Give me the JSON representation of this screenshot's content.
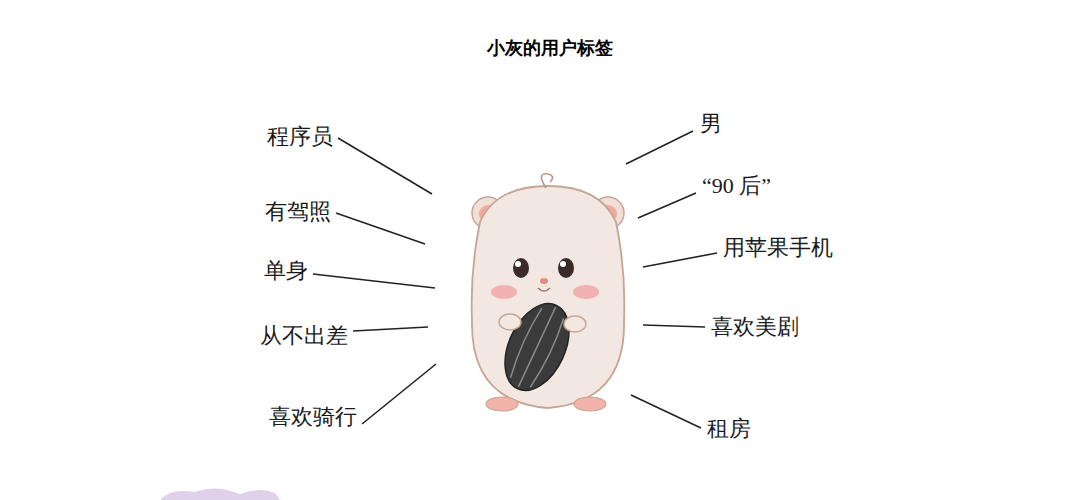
{
  "diagram": {
    "title": "小灰的用户标签",
    "labels": [
      "程序员",
      "男",
      "有驾照",
      "“90 后”",
      "单身",
      "用苹果手机",
      "从不出差",
      "喜欢美剧",
      "喜欢骑行",
      "租房"
    ]
  }
}
